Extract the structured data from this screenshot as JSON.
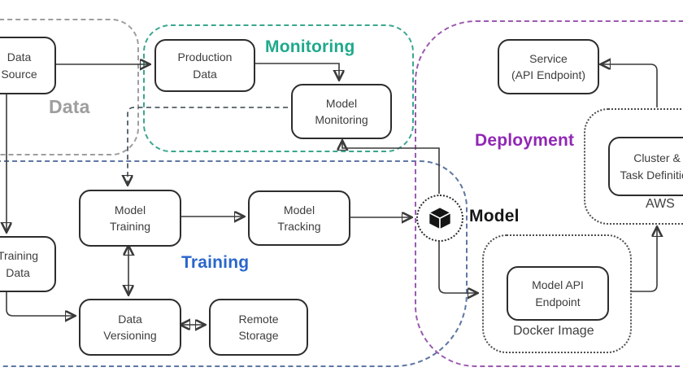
{
  "diagram": {
    "title_labels": {
      "data": "Data",
      "monitoring": "Monitoring",
      "training": "Training",
      "deployment": "Deployment",
      "model": "Model"
    },
    "region_colors": {
      "data_border": "#9e9e9e",
      "monitoring_border": "#3aa78f",
      "training_border": "#5e77a3",
      "deployment_border": "#9b59b0",
      "data_label": "#9e9e9e",
      "monitoring_label": "#1fa98c",
      "training_label": "#2a66cc",
      "deployment_label": "#9127b5",
      "model_label": "#151515"
    },
    "nodes": [
      {
        "id": "data-source",
        "label": "Data\nSource"
      },
      {
        "id": "production-data",
        "label": "Production\nData"
      },
      {
        "id": "model-monitoring",
        "label": "Model\nMonitoring"
      },
      {
        "id": "model-training",
        "label": "Model\nTraining"
      },
      {
        "id": "model-tracking",
        "label": "Model\nTracking"
      },
      {
        "id": "training-data",
        "label": "Training\nData"
      },
      {
        "id": "data-versioning",
        "label": "Data\nVersioning"
      },
      {
        "id": "remote-storage",
        "label": "Remote\nStorage"
      },
      {
        "id": "service-api-endpoint",
        "label": "Service\n(API Endpoint)"
      },
      {
        "id": "cluster-task-definition",
        "label": "Cluster &\nTask Definition"
      },
      {
        "id": "model-api-endpoint",
        "label": "Model API\nEndpoint"
      }
    ],
    "containers": [
      {
        "id": "docker-image",
        "label": "Docker Image"
      },
      {
        "id": "aws",
        "label": "AWS"
      }
    ],
    "model_marker": {
      "icon": "cube-icon",
      "label": "Model"
    }
  }
}
